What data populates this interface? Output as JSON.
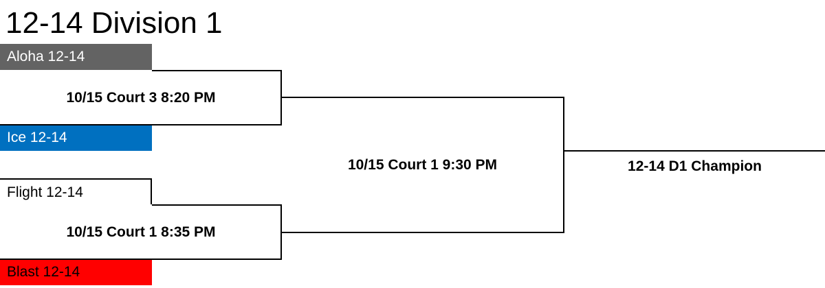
{
  "title": "12-14 Division 1",
  "teams": [
    {
      "name": "Aloha 12-14",
      "bg": "#636363",
      "fg": "#ffffff"
    },
    {
      "name": "Ice 12-14",
      "bg": "#0070c0",
      "fg": "#ffffff"
    },
    {
      "name": "Flight 12-14",
      "bg": "#ffffff",
      "fg": "#000000"
    },
    {
      "name": "Blast 12-14",
      "bg": "#ff0000",
      "fg": "#000000"
    }
  ],
  "games": {
    "semifinal_1": "10/15 Court 3 8:20 PM",
    "semifinal_2": "10/15 Court 1 8:35 PM",
    "final": "10/15 Court 1 9:30 PM"
  },
  "champion": "12-14 D1 Champion"
}
